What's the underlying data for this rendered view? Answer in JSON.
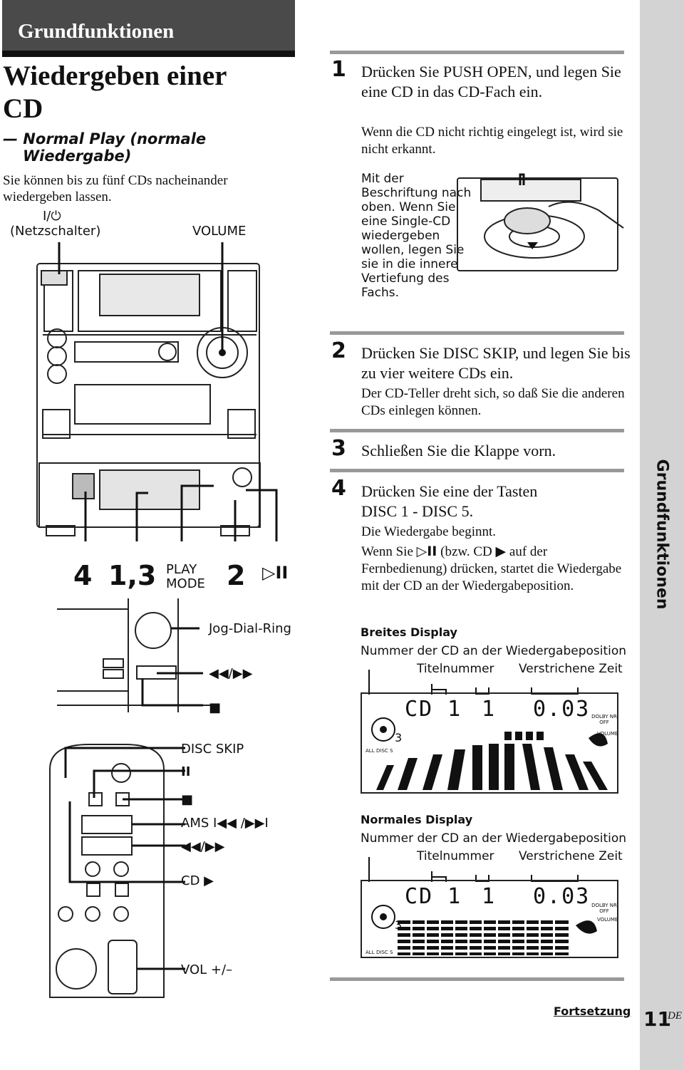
{
  "header": {
    "section": "Grundfunktionen",
    "side_tab": "Grundfunktionen"
  },
  "title": {
    "line1": "Wiedergeben einer",
    "line2": "CD"
  },
  "subtitle": {
    "line1": "— Normal Play (normale",
    "line2": "Wiedergabe)"
  },
  "intro": "Sie können bis zu fünf CDs nacheinander wiedergeben lassen.",
  "device_labels": {
    "power_symbol": "I/⏻",
    "power": "(Netzschalter)",
    "volume": "VOLUME",
    "num4": "4",
    "num13": "1,3",
    "play_mode_1": "PLAY",
    "play_mode_2": "MODE",
    "num2": "2",
    "play_pause": "▷II",
    "jog": "Jog-Dial-Ring",
    "fr_ff": "◀◀/▶▶",
    "stop": "■"
  },
  "remote_labels": {
    "disc_skip": "DISC SKIP",
    "pause": "II",
    "stop": "■",
    "ams": "AMS I◀◀ /▶▶I",
    "fr_ff": "◀◀/▶▶",
    "cd": "CD ▶",
    "vol": "VOL +/–"
  },
  "steps": [
    {
      "num": "1",
      "main": "Drücken Sie PUSH OPEN, und legen Sie eine CD in das CD-Fach ein.",
      "sub": "Wenn die CD nicht richtig eingelegt ist, wird sie nicht erkannt."
    },
    {
      "num": "2",
      "main": "Drücken Sie DISC SKIP, und legen Sie bis zu vier weitere CDs ein.",
      "sub": "Der CD-Teller dreht sich, so daß Sie die anderen CDs einlegen können."
    },
    {
      "num": "3",
      "main": "Schließen Sie die Klappe vorn.",
      "sub": ""
    },
    {
      "num": "4",
      "main": "Drücken Sie eine der Tasten DISC 1 - DISC 5.",
      "sub": "Die Wiedergabe beginnt."
    }
  ],
  "step1_note": "Mit der Beschriftung nach oben. Wenn Sie eine Single-CD wiedergeben wollen, legen Sie sie in die innere Vertiefung des Fachs.",
  "step4_extra": {
    "a": "Wenn Sie",
    "b": "▷II",
    "c": "(bzw. CD ▶ auf der Fernbedienung) drücken, startet die Wiedergabe mit der CD an der Wiedergabeposition."
  },
  "displays": [
    {
      "title": "Breites Display",
      "caption": "Nummer der CD an der Wiedergabeposition",
      "track_label": "Titelnummer",
      "time_label": "Verstrichene Zeit",
      "disc": "CD 1",
      "track": "1",
      "time": "0.03",
      "dolby": "DOLBY NR OFF",
      "volume": "VOLUME",
      "all": "ALL",
      "disc_s": "DISC S",
      "digit": "3"
    },
    {
      "title": "Normales Display",
      "caption": "Nummer der CD an der Wiedergabeposition",
      "track_label": "Titelnummer",
      "time_label": "Verstrichene Zeit",
      "disc": "CD 1",
      "track": "1",
      "time": "0.03",
      "dolby": "DOLBY NR OFF",
      "volume": "VOLUME",
      "all": "ALL",
      "disc_s": "DISC S",
      "digit": "3"
    }
  ],
  "footer": {
    "continued": "Fortsetzung",
    "page": "11",
    "lang": "DE"
  }
}
